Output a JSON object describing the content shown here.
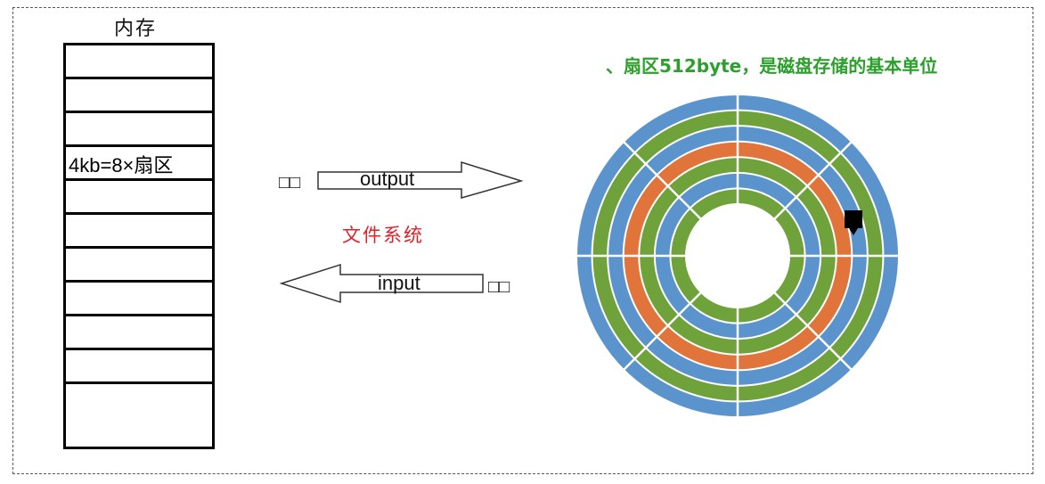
{
  "memory": {
    "title": "内存",
    "cells": [
      "",
      "",
      "",
      "4kb=8×扇区",
      "",
      "",
      "",
      "",
      "",
      "",
      ""
    ]
  },
  "arrows": {
    "output_label": "output",
    "input_label": "input",
    "output_prefix_glyphs": "□□",
    "input_suffix_glyphs": "□□"
  },
  "middle": {
    "title": "文件系统"
  },
  "disk": {
    "caption": "、扇区512byte，是磁盘存储的基本单位",
    "ring_colors": [
      "#5b94cc",
      "#6fa23a",
      "#5b94cc",
      "#e0743a",
      "#6fa23a",
      "#5b94cc",
      "#6fa23a"
    ],
    "highlight_color": "#e0743a",
    "head_color": "#000000"
  }
}
